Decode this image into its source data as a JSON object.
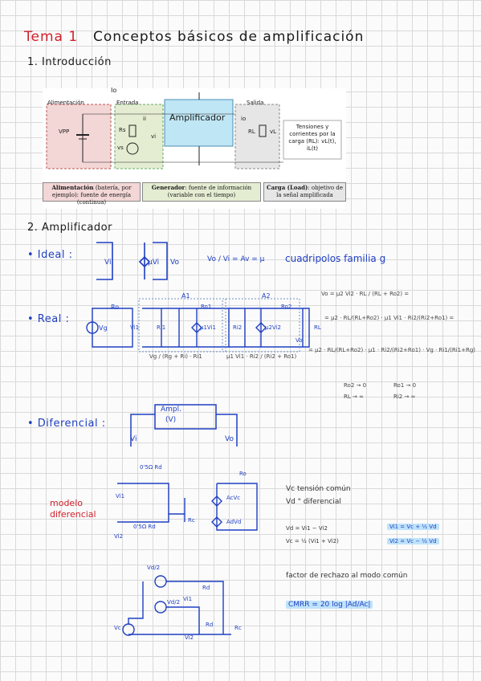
{
  "header": {
    "tema_label": "Tema 1",
    "tema_title": "Conceptos básicos de amplificación"
  },
  "sec1": {
    "title": "1. Introducción"
  },
  "fig": {
    "io": "Io",
    "alim": "Alimentación",
    "entrada": "Entrada",
    "salida": "Salida",
    "amp": "Amplificador",
    "vpp": "VPP",
    "rs": "Rs",
    "vs": "vs",
    "ii": "ii",
    "vi": "vi",
    "io2": "io",
    "rl": "RL",
    "vl": "vL",
    "tension_box": "Tensiones y corrientes por la carga (RL): vL(t), iL(t)",
    "alim_box_b": "Alimentación",
    "alim_box": " (batería, por ejemplo): fuente de energía (continua)",
    "gen_box_b": "Generador",
    "gen_box": ": fuente de información (variable con el tiempo)",
    "carga_box_b": "Carga (Load)",
    "carga_box": ": objetivo de la señal amplificada"
  },
  "sec2": {
    "title": "2. Amplificador"
  },
  "ideal": {
    "label": "• Ideal :",
    "vi": "Vi",
    "src": "μVi",
    "vo": "Vo",
    "eq": "Vo / Vi = Av = μ",
    "note": "cuadripolos familia g"
  },
  "real": {
    "label": "• Real :",
    "ro": "Ro",
    "a1": "A1",
    "a2": "A2",
    "ro1": "Ro1",
    "ro2": "Ro2",
    "vg": "Vg",
    "vi1": "Vi1",
    "ri1": "Ri1",
    "src1": "μ1Vi1",
    "ri2": "Ri2",
    "src2": "μ2Vi2",
    "rl": "RL",
    "vo": "Vo",
    "eq1": "Vo = μ2 Vi2 · RL / (RL + Ro2) =",
    "eq2": "= μ2 · RL/(RL+Ro2) · μ1 Vi1 · Ri2/(Ri2+Ro1) =",
    "eq3": "= μ2 · RL/(RL+Ro2) · μ1 · Ri2/(Ri2+Ro1) · Vg · Ri1/(Ri1+Rg)",
    "sub1": "Vg / (Rg + Ri) · Ri1",
    "sub2": "μ1 Vi1 · Ri2 / (Ri2 + Ro1)",
    "lim1": "Ro2 → 0",
    "lim2": "RL → ∞",
    "lim3": "Ro1 → 0",
    "lim4": "Ri2 → ∞"
  },
  "dif": {
    "label": "• Diferencial :",
    "box1": "Ampl.",
    "box2": "(V)",
    "vi": "Vi",
    "vo": "Vo"
  },
  "modelo": {
    "l1": "modelo",
    "l2": "diferencial",
    "rd1": "0'5Ω Rd",
    "rd2": "0'5Ω Rd",
    "vi1": "Vi1",
    "vi2": "Vi2",
    "rc": "Rc",
    "ro": "Ro",
    "acvc": "AcVc",
    "advd": "AdVd"
  },
  "notes": {
    "vc": "Vc tensión común",
    "vd": "Vd    \"    diferencial",
    "e1": "Vd = Vi1 − Vi2",
    "e2": "Vc = ½ (Vi1 + Vi2)",
    "h1": "Vi1 = Vc + ½ Vd",
    "h2": "Vi2 = Vc − ½ Vd",
    "fact": "factor de rechazo al modo común",
    "cmrr": "CMRR = 20 log |Ad/Ac|"
  },
  "model2": {
    "vd2a": "Vd/2",
    "vd2b": "Vd/2",
    "vi1": "Vi1",
    "vi2": "Vi2",
    "rd1": "Rd",
    "rd2": "Rd",
    "rc": "Rc",
    "vc": "Vc"
  }
}
